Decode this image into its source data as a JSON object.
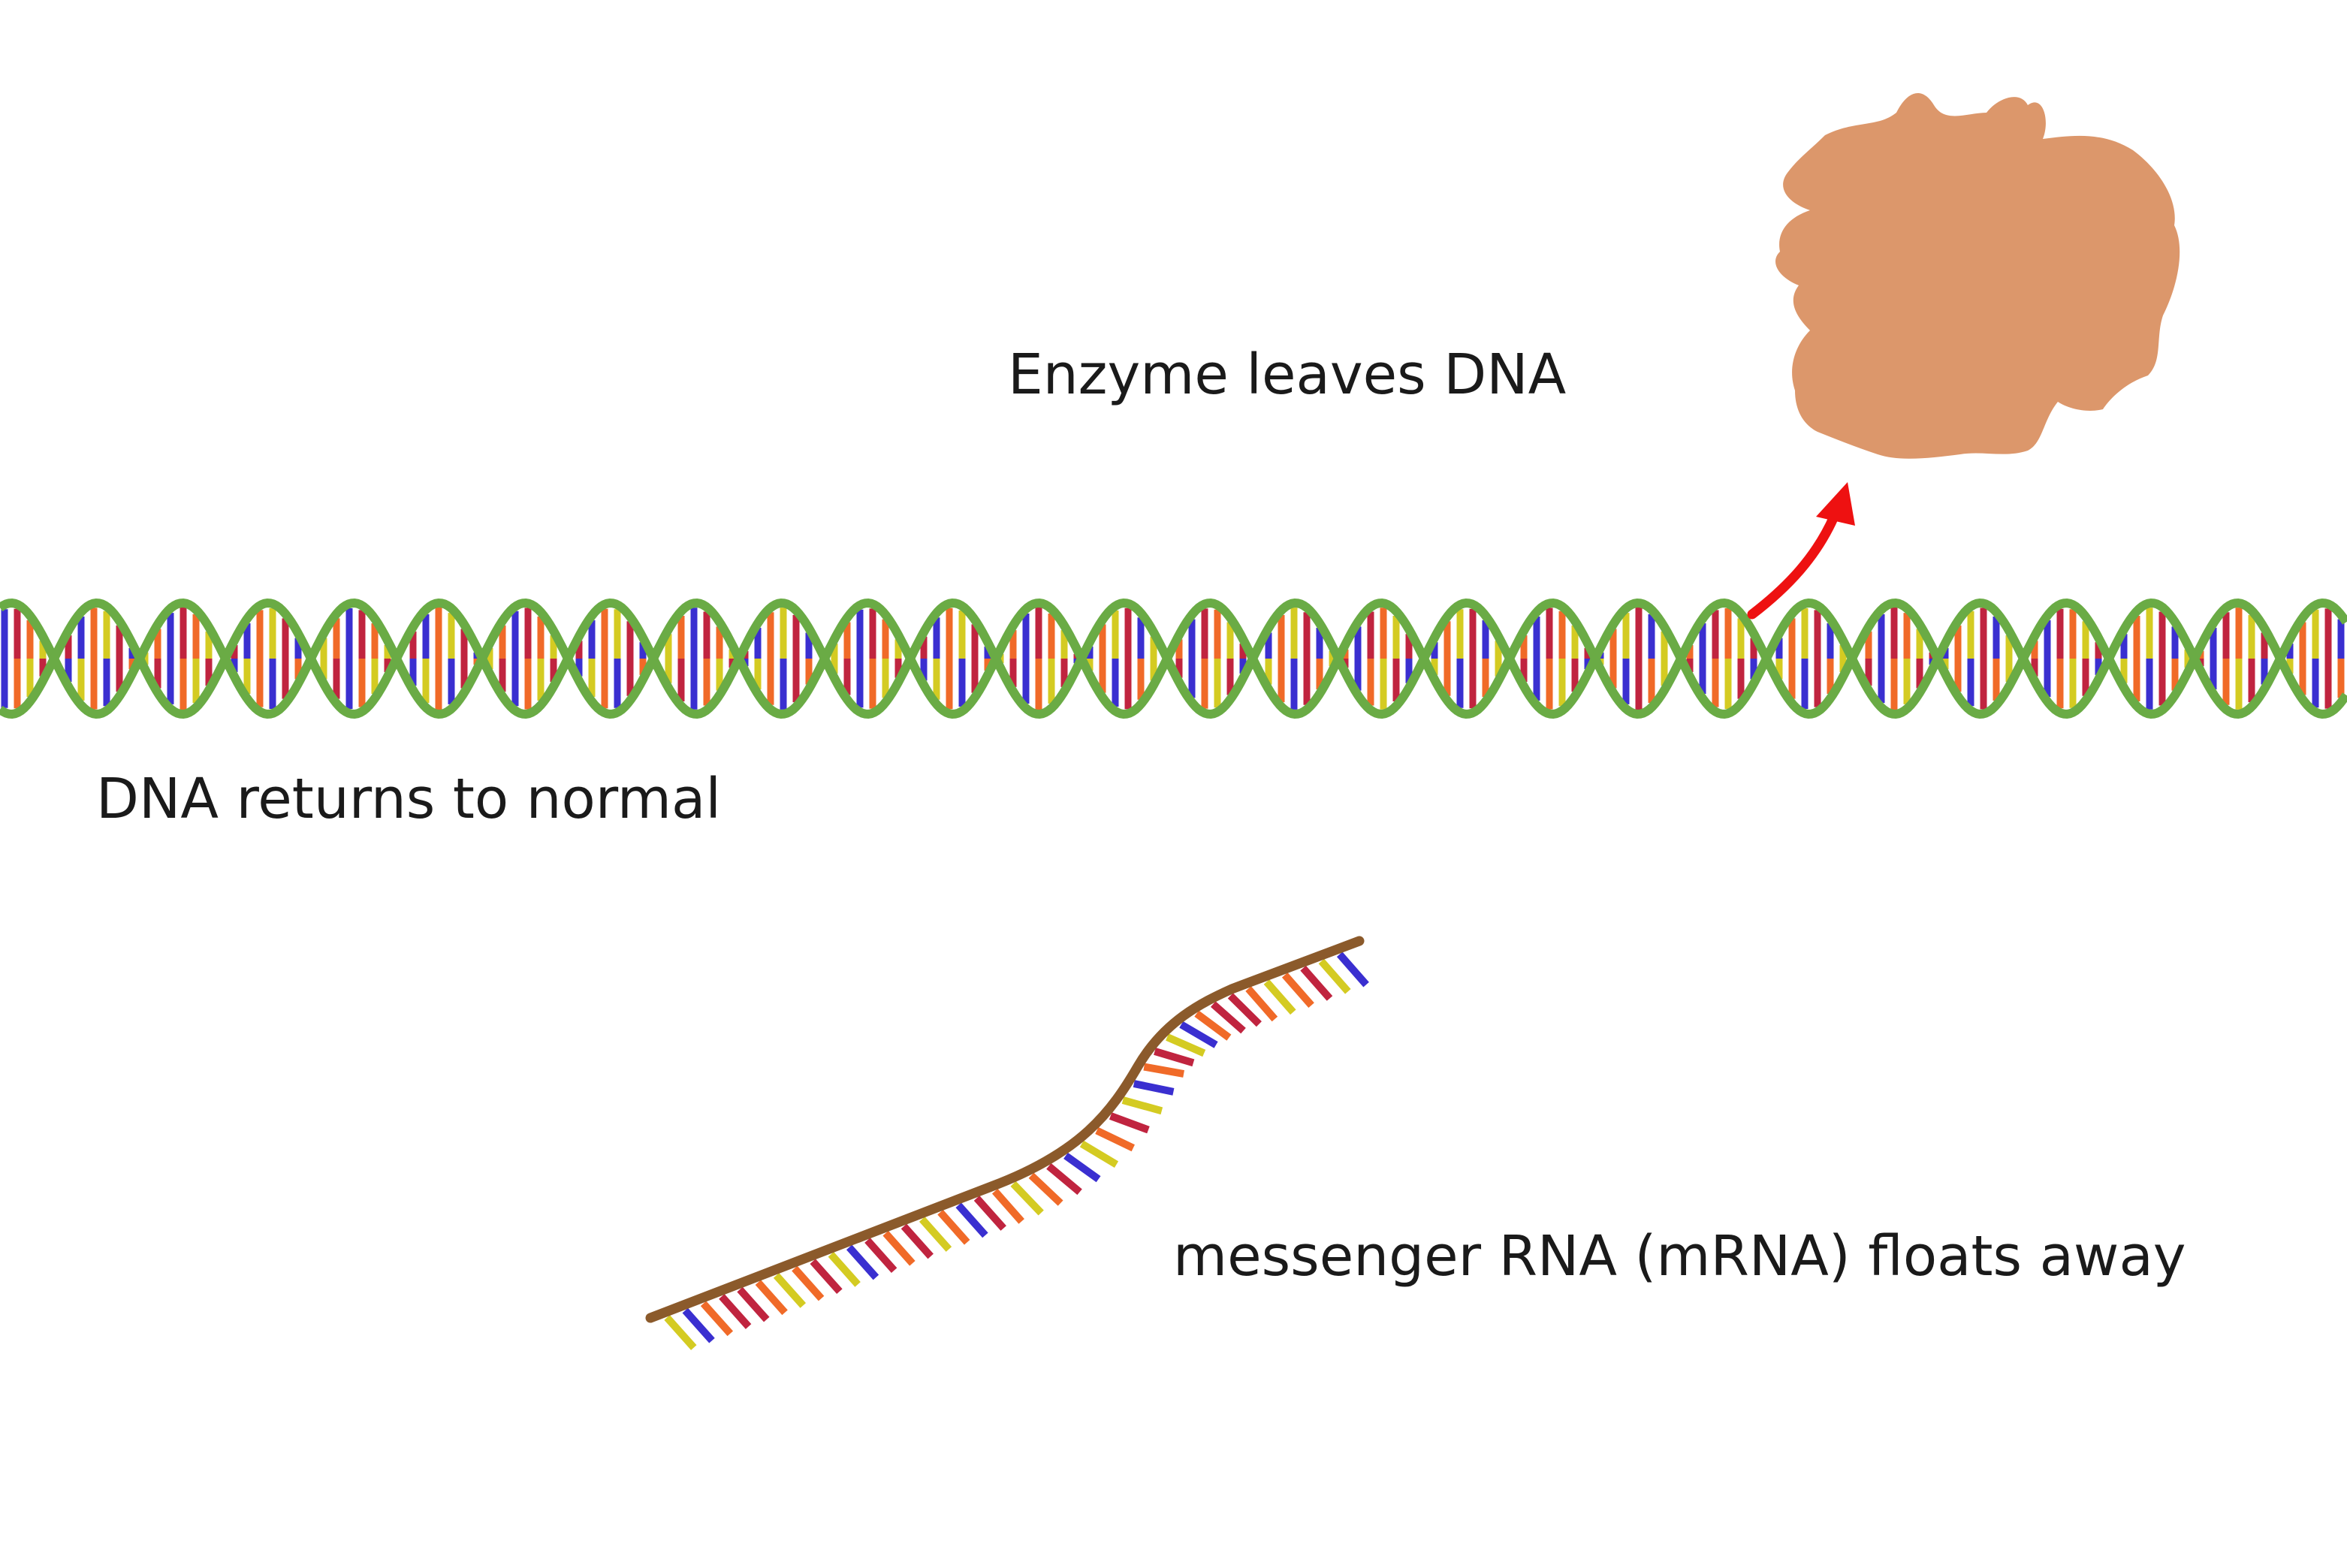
{
  "labels": {
    "enzyme": "Enzyme leaves DNA",
    "dna": "DNA returns to normal",
    "mrna": "messenger RNA (mRNA) floats away"
  },
  "colors": {
    "background": "#ffffff",
    "dna_backbone": "#6aab45",
    "rna_backbone": "#8b5a2b",
    "enzyme": "#dc976b",
    "arrow": "#ee1111",
    "base_colors": [
      "#d4cb22",
      "#3a2fd0",
      "#c0243f",
      "#f06a28"
    ]
  },
  "icons": {
    "enzyme": "enzyme-blob",
    "arrow": "curved-arrow-up-right"
  }
}
